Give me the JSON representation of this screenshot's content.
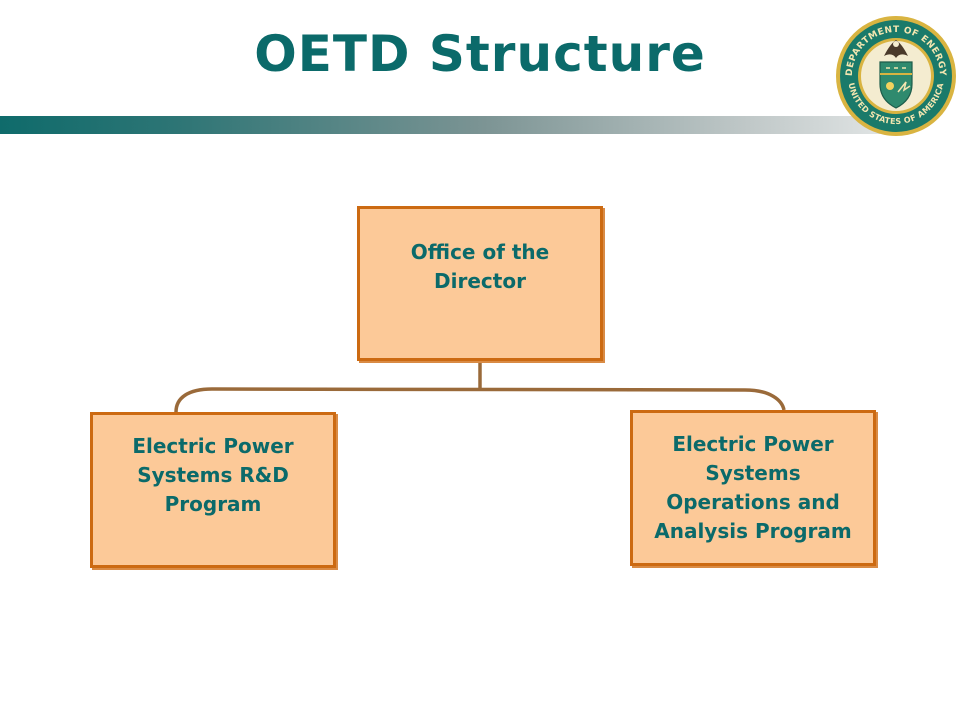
{
  "slide": {
    "title": "OETD Structure"
  },
  "logo": {
    "text_top": "DEPARTMENT OF ENERGY",
    "text_bottom": "UNITED STATES OF AMERICA",
    "icon": "doe-seal-icon"
  },
  "org_chart": {
    "root": {
      "label": "Office of the Director"
    },
    "children": [
      {
        "label": "Electric Power Systems R&D Program"
      },
      {
        "label": "Electric Power Systems Operations and Analysis Program"
      }
    ]
  },
  "colors": {
    "title": "#0b6a6a",
    "box_fill": "#fcc998",
    "box_border": "#cc6a12",
    "connector": "#9a6a3a",
    "seal_ring": "#1a7a6a",
    "seal_gold": "#d9b441"
  }
}
